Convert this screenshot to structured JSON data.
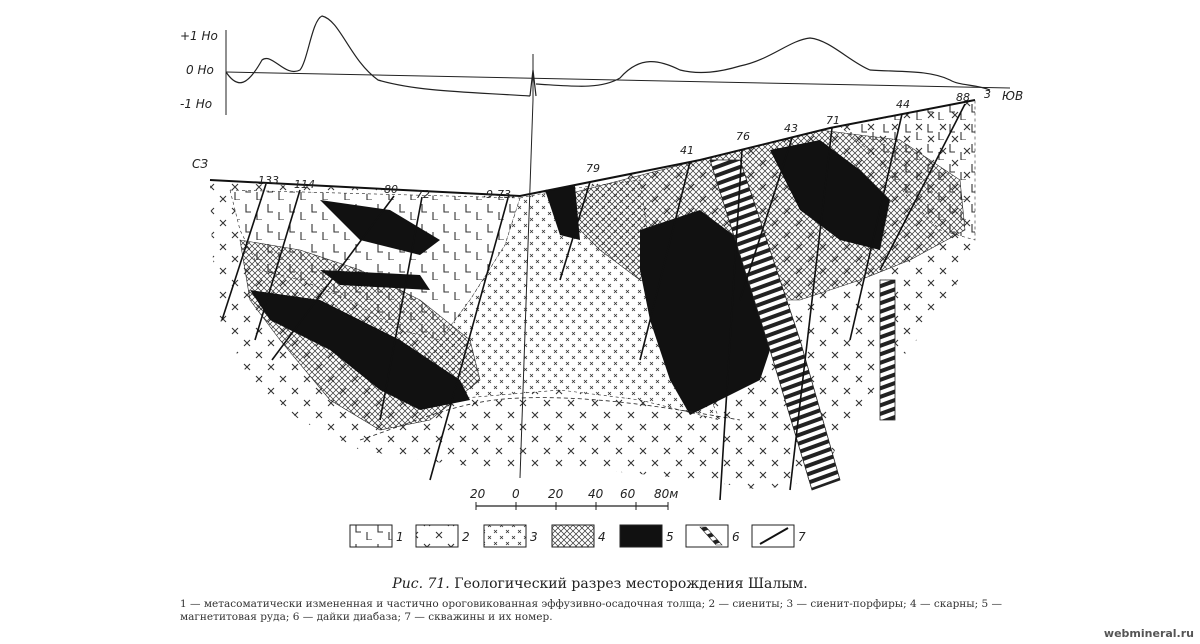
{
  "profile_axis": {
    "plus": "+1 Ho",
    "zero": "0 Ho",
    "minus": "-1 Ho"
  },
  "directions": {
    "left": "СЗ",
    "right": "ЮВ"
  },
  "boreholes": [
    "133",
    "114",
    "80",
    "72",
    "9-73",
    "79",
    "41",
    "76",
    "43",
    "71",
    "44",
    "88",
    "3"
  ],
  "scale": {
    "ticks": [
      "20",
      "0",
      "20",
      "40",
      "60",
      "80м"
    ]
  },
  "legend": [
    {
      "num": "1",
      "name": "metasomatic-volcanic-sedimentary"
    },
    {
      "num": "2",
      "name": "syenites"
    },
    {
      "num": "3",
      "name": "syenite-porphyries"
    },
    {
      "num": "4",
      "name": "skarns"
    },
    {
      "num": "5",
      "name": "magnetite-ore"
    },
    {
      "num": "6",
      "name": "diabase-dikes"
    },
    {
      "num": "7",
      "name": "boreholes"
    }
  ],
  "caption": {
    "fig_no": "Рис. 71.",
    "title": "Геологический разрез месторождения Шалым.",
    "description": "1 — метасоматически измененная и частично ороговикованная эффузивно-осадочная толща;   2 — сиениты;   3 — сиенит-порфиры;   4 — скарны;   5 — магнетитовая руда;   6 — дайки диабаза;   7 — скважины и их номер."
  },
  "watermark": "webmineral.ru"
}
